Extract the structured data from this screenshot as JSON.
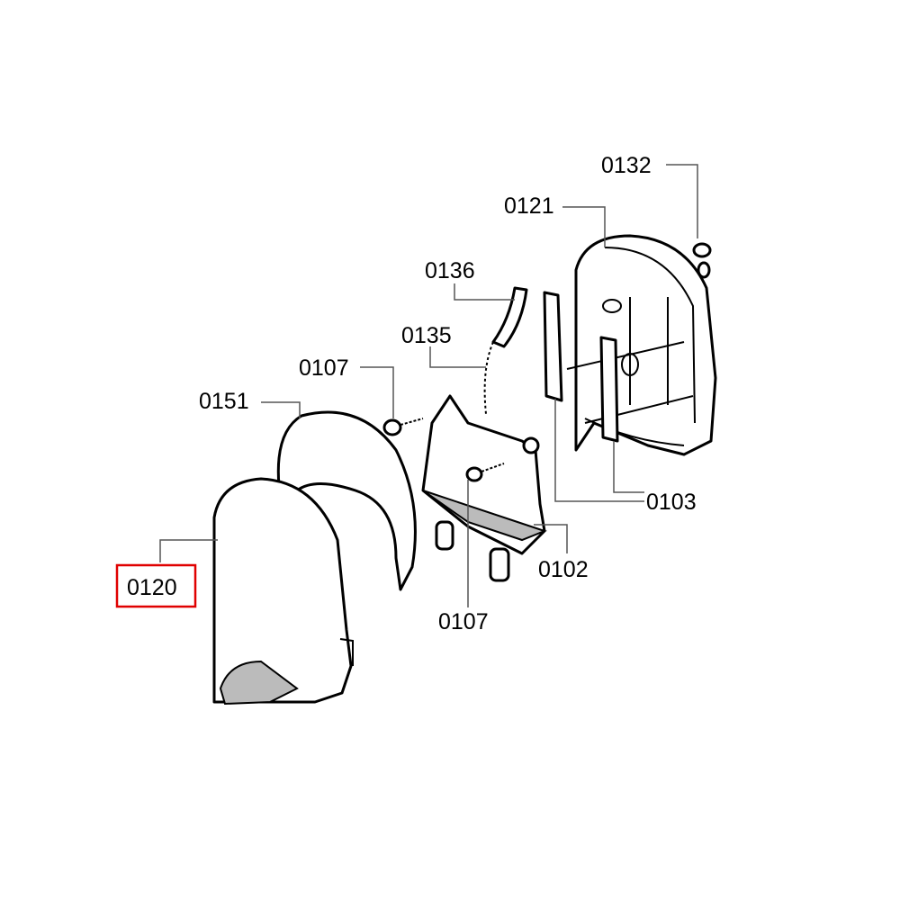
{
  "diagram": {
    "highlight_color": "#e00000",
    "labels": {
      "p0132": "0132",
      "p0121": "0121",
      "p0136": "0136",
      "p0135": "0135",
      "p0107_top": "0107",
      "p0151": "0151",
      "p0120": "0120",
      "p0107_bottom": "0107",
      "p0102": "0102",
      "p0103": "0103"
    },
    "highlighted_part": "0120"
  }
}
